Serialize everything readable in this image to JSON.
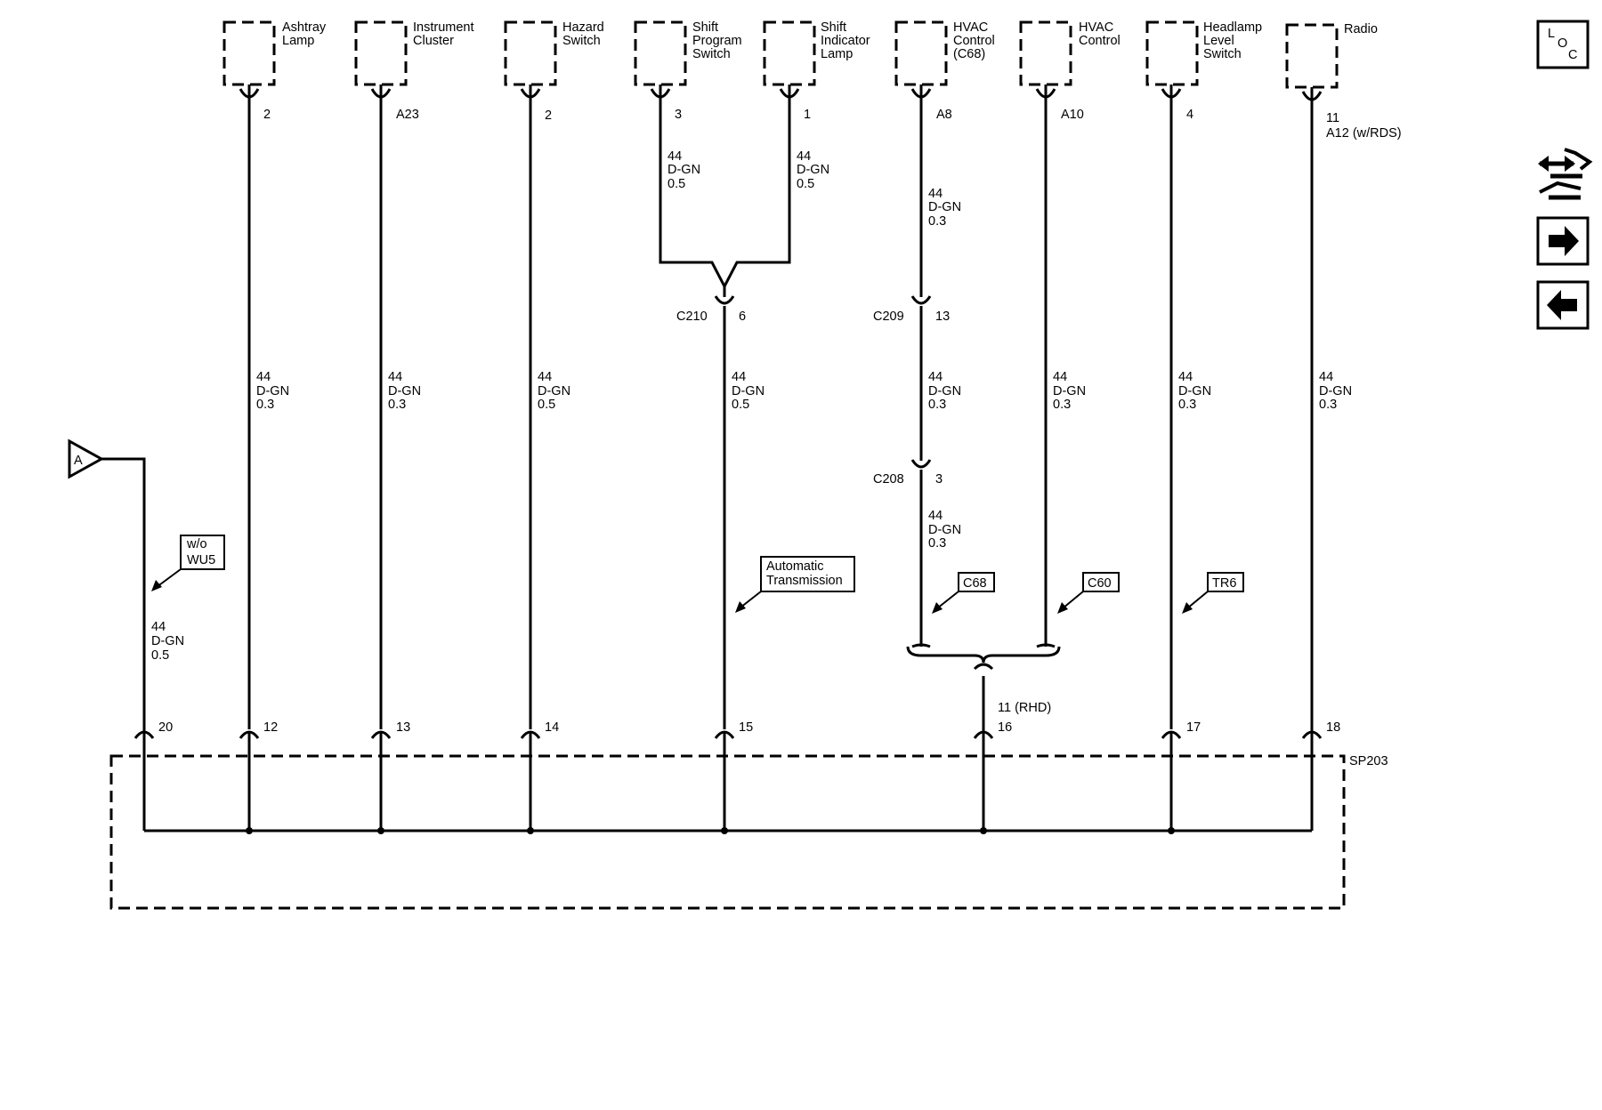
{
  "components": [
    {
      "id": "ashtray",
      "label": [
        "Ashtray",
        "Lamp"
      ],
      "pin": "2",
      "wire": [
        "44",
        "D-GN",
        "0.3"
      ]
    },
    {
      "id": "instrument-cluster",
      "label": [
        "Instrument",
        "Cluster"
      ],
      "pin": "A23",
      "wire": [
        "44",
        "D-GN",
        "0.3"
      ]
    },
    {
      "id": "hazard",
      "label": [
        "Hazard",
        "Switch"
      ],
      "pin": "2",
      "wire": [
        "44",
        "D-GN",
        "0.5"
      ]
    },
    {
      "id": "shift-program",
      "label": [
        "Shift",
        "Program",
        "Switch"
      ],
      "pin": "3",
      "wire": [
        "44",
        "D-GN",
        "0.5"
      ]
    },
    {
      "id": "shift-indicator",
      "label": [
        "Shift",
        "Indicator",
        "Lamp"
      ],
      "pin": "1",
      "wire": [
        "44",
        "D-GN",
        "0.5"
      ]
    },
    {
      "id": "hvac-c68",
      "label": [
        "HVAC",
        "Control",
        "(C68)"
      ],
      "pin": "A8",
      "wire": [
        "44",
        "D-GN",
        "0.3"
      ]
    },
    {
      "id": "hvac",
      "label": [
        "HVAC",
        "Control"
      ],
      "pin": "A10",
      "wire": [
        "44",
        "D-GN",
        "0.3"
      ]
    },
    {
      "id": "headlamp-level",
      "label": [
        "Headlamp",
        "Level",
        "Switch"
      ],
      "pin": "4",
      "wire": [
        "44",
        "D-GN",
        "0.3"
      ]
    },
    {
      "id": "radio",
      "label": [
        "Radio"
      ],
      "pin": "11",
      "pin_alt": "A12 (w/RDS)",
      "wire": [
        "44",
        "D-GN",
        "0.3"
      ]
    }
  ],
  "connectors": {
    "c210": {
      "name": "C210",
      "pin": "6",
      "wire_below": [
        "44",
        "D-GN",
        "0.5"
      ]
    },
    "c209": {
      "name": "C209",
      "pin": "13",
      "wire_below": [
        "44",
        "D-GN",
        "0.3"
      ]
    },
    "c208": {
      "name": "C208",
      "pin": "3",
      "wire_below": [
        "44",
        "D-GN",
        "0.3"
      ]
    }
  },
  "options": {
    "wu5": [
      "w/o",
      "WU5"
    ],
    "auto_trans": [
      "Automatic",
      "Transmission"
    ],
    "c68": "C68",
    "c60": "C60",
    "tr6": "TR6"
  },
  "offpage": {
    "label": "A",
    "wire": [
      "44",
      "D-GN",
      "0.5"
    ]
  },
  "splice": {
    "name": "SP203",
    "pins": [
      "20",
      "12",
      "13",
      "14",
      "15",
      "16",
      "17",
      "18"
    ],
    "rhd_pin": "11 (RHD)"
  },
  "nav": {
    "loc_letters": [
      "L",
      "O",
      "C"
    ]
  }
}
